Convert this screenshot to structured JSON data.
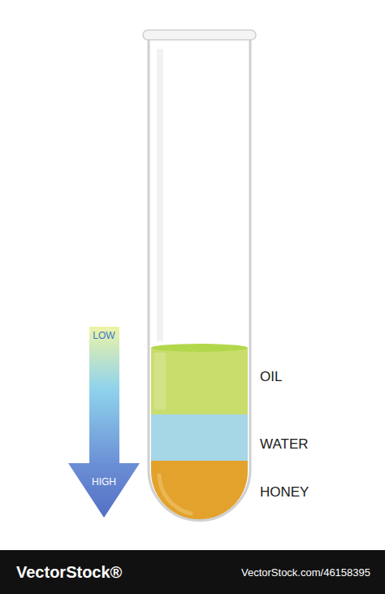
{
  "diagram": {
    "labels": [
      "LOW",
      "HIGH",
      "OIL",
      "WATER",
      "HONEY",
      "VectorStock®",
      "VectorStock.com/46158395"
    ]
  }
}
